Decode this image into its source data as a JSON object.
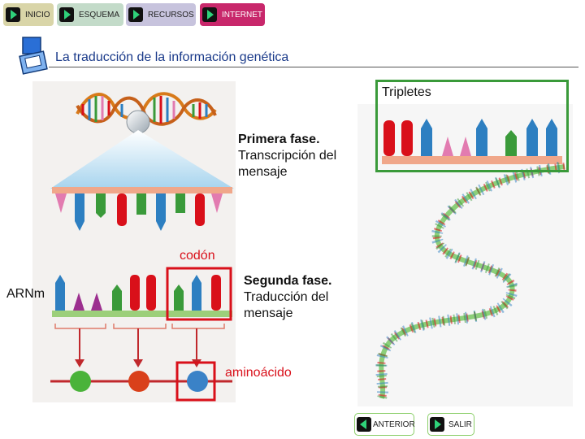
{
  "nav": {
    "inicio": "INICIO",
    "esquema": "ESQUEMA",
    "recursos": "RECURSOS",
    "internet": "INTERNET"
  },
  "page_title": "La traducción de la información genética",
  "labels": {
    "tripletes": "Tripletes",
    "primera_fase_title": "Primera fase.",
    "primera_fase_body_1": "Transcripción  del",
    "primera_fase_body_2": "mensaje",
    "codon": "codón",
    "arnm": "ARNm",
    "segunda_fase_title": "Segunda fase.",
    "segunda_fase_body_1": "Traducción del",
    "segunda_fase_body_2": "mensaje",
    "aminoacido": "aminoácido"
  },
  "footer": {
    "anterior": "ANTERIOR",
    "salir": "SALIR"
  },
  "colors": {
    "nav_inicio": "#d9d5a8",
    "nav_esquema": "#c3dbc9",
    "nav_recursos": "#c7c3dd",
    "nav_internet": "#c8276b",
    "highlight_red": "#d9101a",
    "tripletes_border": "#3a9a3a"
  }
}
